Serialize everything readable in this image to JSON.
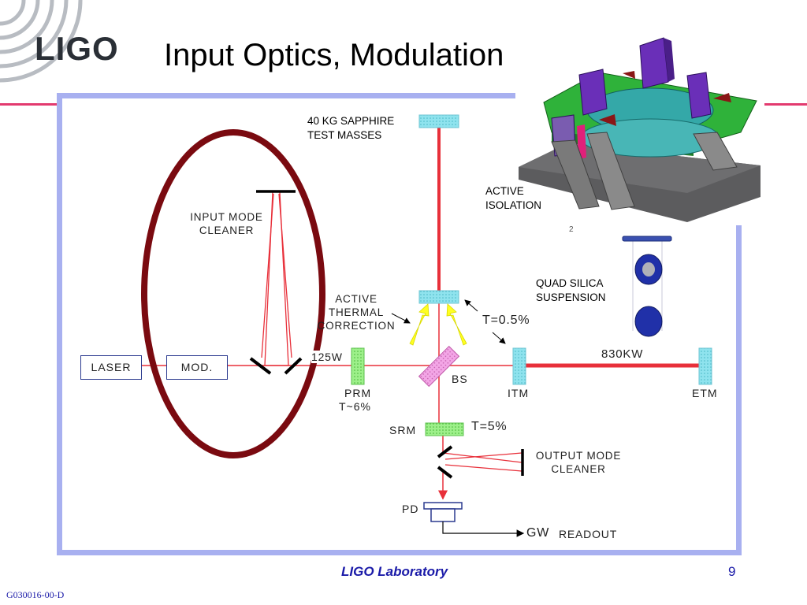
{
  "logo": {
    "text": "LIGO"
  },
  "title": "Input Optics, Modulation",
  "labels": {
    "test_masses": [
      "40 KG SAPPHIRE",
      "TEST MASSES"
    ],
    "active_isolation": [
      "ACTIVE",
      "ISOLATION"
    ],
    "quad_silica": [
      "QUAD SILICA",
      "SUSPENSION"
    ],
    "input_mode_cleaner": [
      "INPUT  MODE",
      "CLEANER"
    ],
    "active_thermal": [
      "ACTIVE",
      "THERMAL",
      "CORRECTION"
    ],
    "t_itm": "T=0.5%",
    "power_in": "125W",
    "power_arm": "830KW",
    "laser": "LASER",
    "mod": "MOD.",
    "prm": "PRM",
    "prm_t": "T~6%",
    "bs": "BS",
    "itm": "ITM",
    "etm": "ETM",
    "srm": "SRM",
    "srm_t": "T=5%",
    "output_mode_cleaner": [
      "OUTPUT  MODE",
      "CLEANER"
    ],
    "pd": "PD",
    "gw": "GW",
    "readout": "READOUT",
    "stray_mark": "2"
  },
  "colors": {
    "beam": "#e8303a",
    "frame": "#a8b0f0",
    "highlight_ellipse": "#7a0a10",
    "mirror_cyan": "#8fe3ee",
    "mirror_green": "#9df08a",
    "beamsplitter": "#f3a6e6",
    "arrow_yellow": "#ffff22",
    "header_rule": "#e33a6f",
    "footer_text": "#1a1aa8"
  },
  "footer": {
    "lab": "LIGO Laboratory",
    "page": "9",
    "doc_id": "G030016-00-D"
  }
}
